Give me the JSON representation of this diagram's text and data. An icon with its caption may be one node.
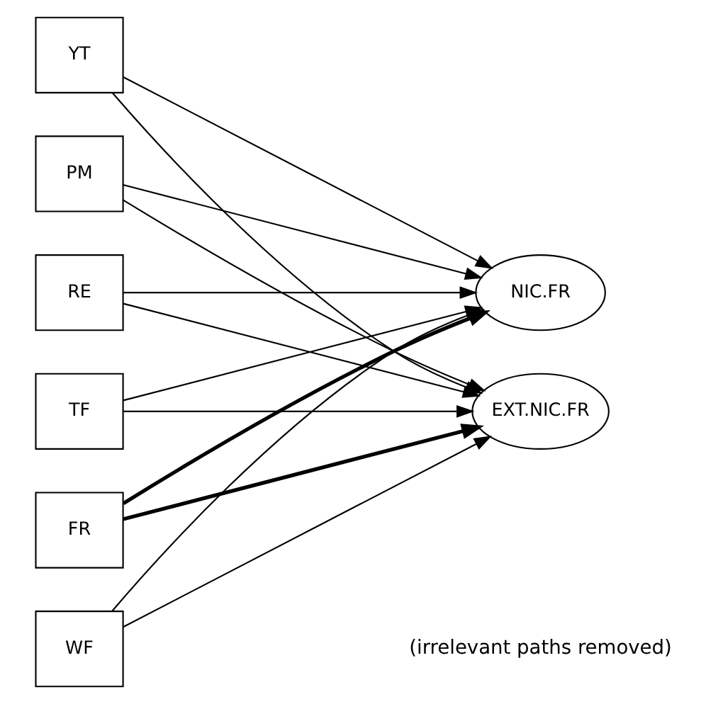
{
  "diagram": {
    "nodes": [
      {
        "text": [
          "FR"
        ]
      },
      {
        "text": [
          "YT"
        ]
      },
      {
        "text": [
          "PM"
        ]
      },
      {
        "text": [
          "RE"
        ]
      },
      {
        "text": [
          "TF"
        ]
      },
      {
        "text": [
          "WF"
        ]
      },
      {
        "text": [
          "EXT.NIC.FR"
        ]
      },
      {
        "text": [
          "NIC.FR"
        ]
      }
    ],
    "edges": [
      {
        "from": 0,
        "to": 6,
        "arrow": "to",
        "style": "thick"
      },
      {
        "from": 0,
        "to": 7,
        "arrow": "to",
        "style": "thick"
      },
      {
        "from": 1,
        "to": 6,
        "arrow": "to"
      },
      {
        "from": 1,
        "to": 7,
        "arrow": "to"
      },
      {
        "from": 2,
        "to": 6,
        "arrow": "to"
      },
      {
        "from": 2,
        "to": 7,
        "arrow": "to"
      },
      {
        "from": 3,
        "to": 6,
        "arrow": "to"
      },
      {
        "from": 3,
        "to": 7,
        "arrow": "to"
      },
      {
        "from": 4,
        "to": 6,
        "arrow": "to"
      },
      {
        "from": 4,
        "to": 7,
        "arrow": "to"
      },
      {
        "from": 5,
        "to": 6,
        "arrow": "to"
      },
      {
        "from": 5,
        "to": 7,
        "arrow": "to"
      }
    ],
    "labels": [
      "(irrelevant paths removed)"
    ]
  }
}
